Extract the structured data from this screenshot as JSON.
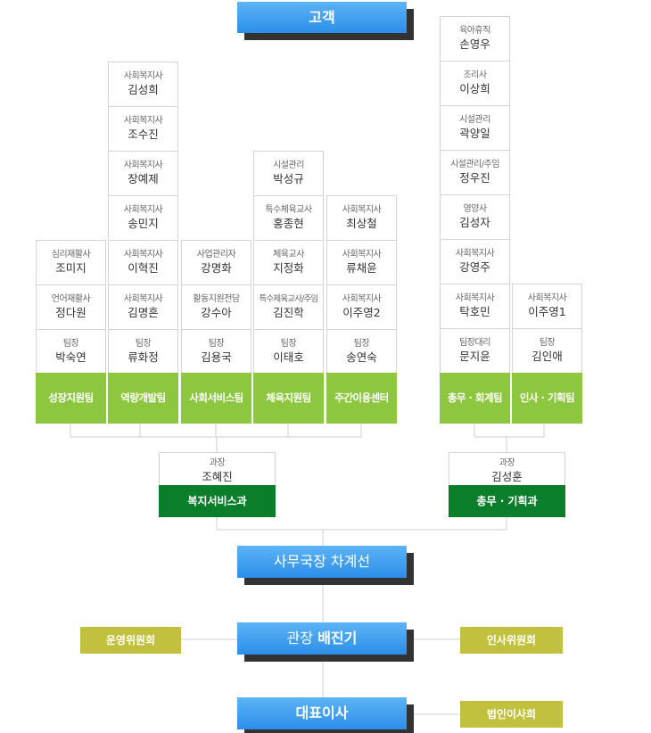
{
  "customer": "고객",
  "director": "사무국장 차계선",
  "head": {
    "label": "관장",
    "name": "배진기"
  },
  "president": "대표이사",
  "committees": {
    "operation": "운영위원회",
    "personnel": "인사위원회",
    "board": "법인이사회"
  },
  "departments": {
    "welfare": {
      "manager_role": "과장",
      "manager_name": "조혜진",
      "name": "복지서비스과"
    },
    "general": {
      "manager_role": "과장",
      "manager_name": "김성훈",
      "name": "총무 · 기획과"
    }
  },
  "teams": [
    {
      "name": "성장지원팀",
      "members": [
        {
          "role": "심리재활사",
          "name": "조미지"
        },
        {
          "role": "언어재활사",
          "name": "정다원"
        },
        {
          "role": "팀장",
          "name": "박숙연"
        }
      ]
    },
    {
      "name": "역량개발팀",
      "members": [
        {
          "role": "사회복지사",
          "name": "김성희"
        },
        {
          "role": "사회복지사",
          "name": "조수진"
        },
        {
          "role": "사회복지사",
          "name": "장예제"
        },
        {
          "role": "사회복지사",
          "name": "송민지"
        },
        {
          "role": "사회복지사",
          "name": "이혁진"
        },
        {
          "role": "사회복지사",
          "name": "김명흔"
        },
        {
          "role": "팀장",
          "name": "류화정"
        }
      ]
    },
    {
      "name": "사회서비스팀",
      "members": [
        {
          "role": "사업관리자",
          "name": "강명화"
        },
        {
          "role": "활동지원전담",
          "name": "강수아"
        },
        {
          "role": "팀장",
          "name": "김용국"
        }
      ]
    },
    {
      "name": "체육지원팀",
      "members": [
        {
          "role": "시설관리",
          "name": "박성규"
        },
        {
          "role": "특수체육교사",
          "name": "홍종현"
        },
        {
          "role": "체육교사",
          "name": "지정화"
        },
        {
          "role": "특수체육교사/주임",
          "name": "김진학"
        },
        {
          "role": "팀장",
          "name": "이태호"
        }
      ]
    },
    {
      "name": "주간이용센터",
      "members": [
        {
          "role": "사회복지사",
          "name": "최상철"
        },
        {
          "role": "사회복지사",
          "name": "류채윤"
        },
        {
          "role": "사회복지사",
          "name": "이주영2"
        },
        {
          "role": "팀장",
          "name": "송연숙"
        }
      ]
    },
    {
      "name": "총무 · 회계팀",
      "members": [
        {
          "role": "육아휴직",
          "name": "손영우"
        },
        {
          "role": "조리사",
          "name": "이상희"
        },
        {
          "role": "시설관리",
          "name": "곽양일"
        },
        {
          "role": "시설관리/주임",
          "name": "정우진"
        },
        {
          "role": "영양사",
          "name": "김성자"
        },
        {
          "role": "사회복지사",
          "name": "강영주"
        },
        {
          "role": "사회복지사",
          "name": "탁호민"
        },
        {
          "role": "팀장대리",
          "name": "문지윤"
        }
      ]
    },
    {
      "name": "인사 · 기획팀",
      "members": [
        {
          "role": "사회복지사",
          "name": "이주영1"
        },
        {
          "role": "팀장",
          "name": "김인애"
        }
      ]
    }
  ]
}
